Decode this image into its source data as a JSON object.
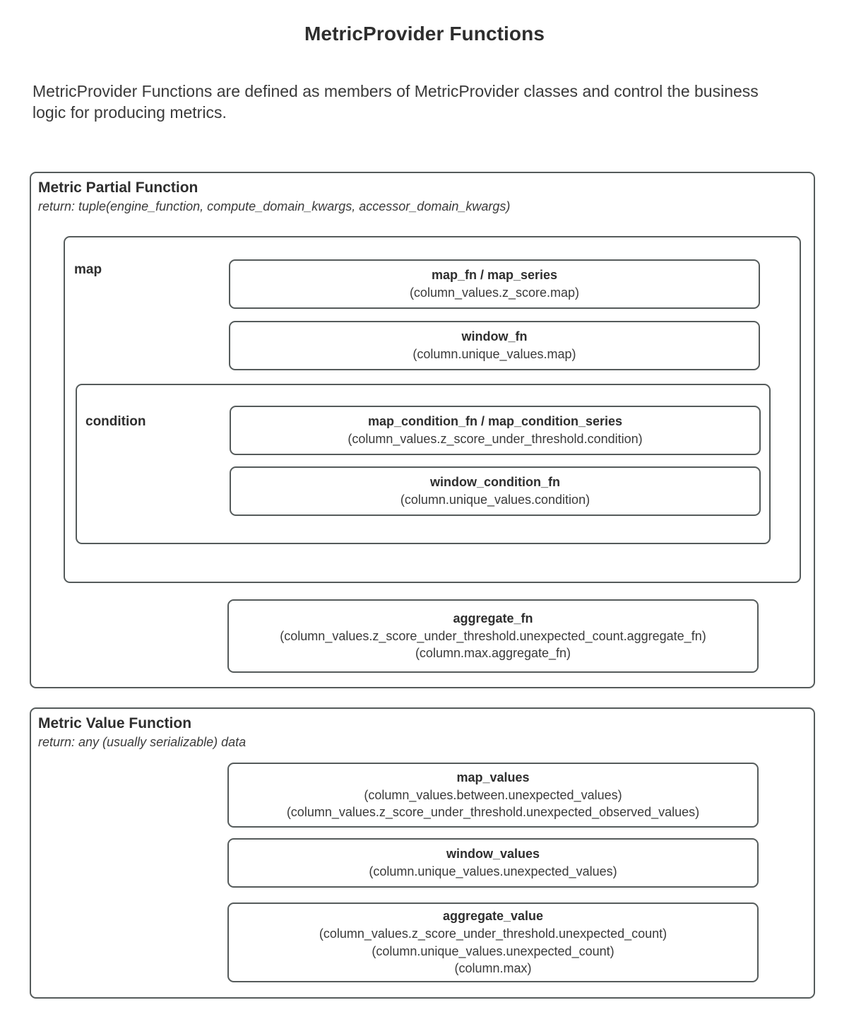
{
  "page": {
    "title": "MetricProvider Functions",
    "intro": "MetricProvider Functions are defined as members of MetricProvider classes and control the business logic for producing metrics."
  },
  "theme": {
    "background": "#ffffff",
    "border": "#555b5b",
    "text": "#333333",
    "heading": "#2e2e2e"
  },
  "sections": [
    {
      "id": "metric-partial-function",
      "title": "Metric Partial Function",
      "return": "return: tuple(engine_function, compute_domain_kwargs, accessor_domain_kwargs)",
      "groups": [
        {
          "id": "map",
          "label": "map",
          "boxes": [
            {
              "name": "map_fn / map_series",
              "paths": [
                "(column_values.z_score.map)"
              ]
            },
            {
              "name": "window_fn",
              "paths": [
                "(column.unique_values.map)"
              ]
            }
          ],
          "groups": [
            {
              "id": "condition",
              "label": "condition",
              "boxes": [
                {
                  "name": "map_condition_fn / map_condition_series",
                  "paths": [
                    "(column_values.z_score_under_threshold.condition)"
                  ]
                },
                {
                  "name": "window_condition_fn",
                  "paths": [
                    "(column.unique_values.condition)"
                  ]
                }
              ]
            }
          ]
        }
      ],
      "boxes": [
        {
          "name": "aggregate_fn",
          "paths": [
            "(column_values.z_score_under_threshold.unexpected_count.aggregate_fn)",
            "(column.max.aggregate_fn)"
          ]
        }
      ]
    },
    {
      "id": "metric-value-function",
      "title": "Metric Value Function",
      "return": "return: any (usually serializable) data",
      "groups": [],
      "boxes": [
        {
          "name": "map_values",
          "paths": [
            "(column_values.between.unexpected_values)",
            "(column_values.z_score_under_threshold.unexpected_observed_values)"
          ]
        },
        {
          "name": "window_values",
          "paths": [
            "(column.unique_values.unexpected_values)"
          ]
        },
        {
          "name": "aggregate_value",
          "paths": [
            "(column_values.z_score_under_threshold.unexpected_count)",
            "(column.unique_values.unexpected_count)",
            "(column.max)"
          ]
        }
      ]
    }
  ]
}
